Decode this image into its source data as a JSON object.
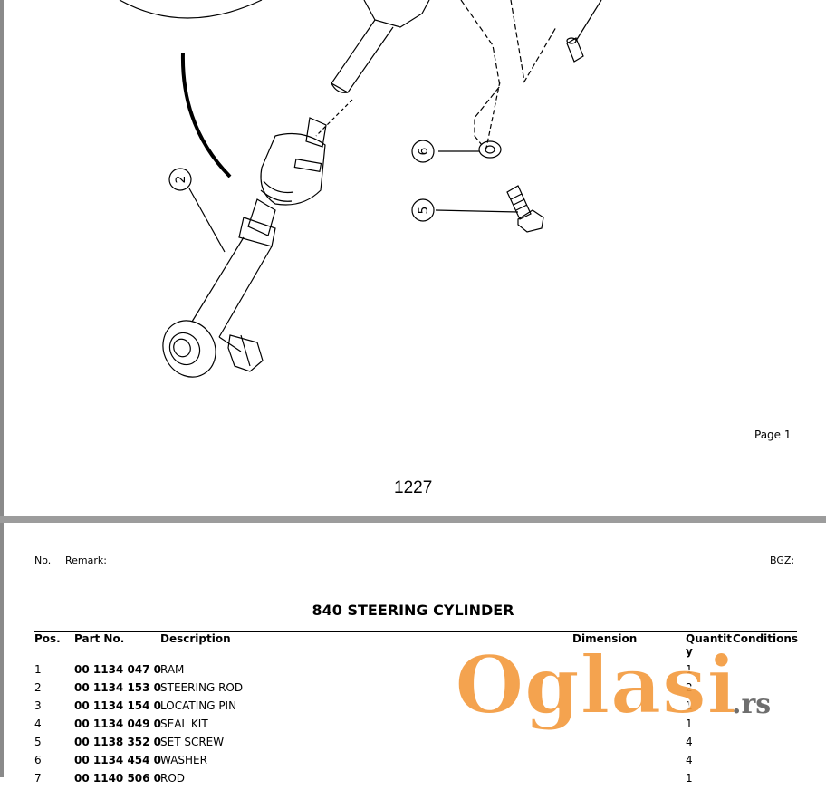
{
  "drawing": {
    "callouts": [
      "2",
      "6",
      "5"
    ],
    "page_label": "Page 1",
    "page_number": "1227"
  },
  "sheet": {
    "no_label": "No.",
    "remark_label": "Remark:",
    "bgz_label": "BGZ:",
    "title": "840 STEERING CYLINDER",
    "columns": [
      "Pos.",
      "Part No.",
      "Description",
      "Dimension",
      "Quantit\ny",
      "Conditions"
    ],
    "rows": [
      {
        "pos": "1",
        "part": "00 1134 047 0",
        "desc": "RAM",
        "qty": "1"
      },
      {
        "pos": "2",
        "part": "00 1134 153 0",
        "desc": "STEERING ROD",
        "qty": "2"
      },
      {
        "pos": "3",
        "part": "00 1134 154 0",
        "desc": "LOCATING PIN",
        "qty": "1"
      },
      {
        "pos": "4",
        "part": "00 1134 049 0",
        "desc": "SEAL KIT",
        "qty": "1"
      },
      {
        "pos": "5",
        "part": "00 1138 352 0",
        "desc": "SET SCREW",
        "qty": "4"
      },
      {
        "pos": "6",
        "part": "00 1134 454 0",
        "desc": "WASHER",
        "qty": "4"
      },
      {
        "pos": "7",
        "part": "00 1140 506 0",
        "desc": "ROD",
        "qty": "1"
      }
    ]
  },
  "watermark": {
    "brand": "Oglasi",
    "suffix": ".rs",
    "color": "#f39a3c"
  }
}
